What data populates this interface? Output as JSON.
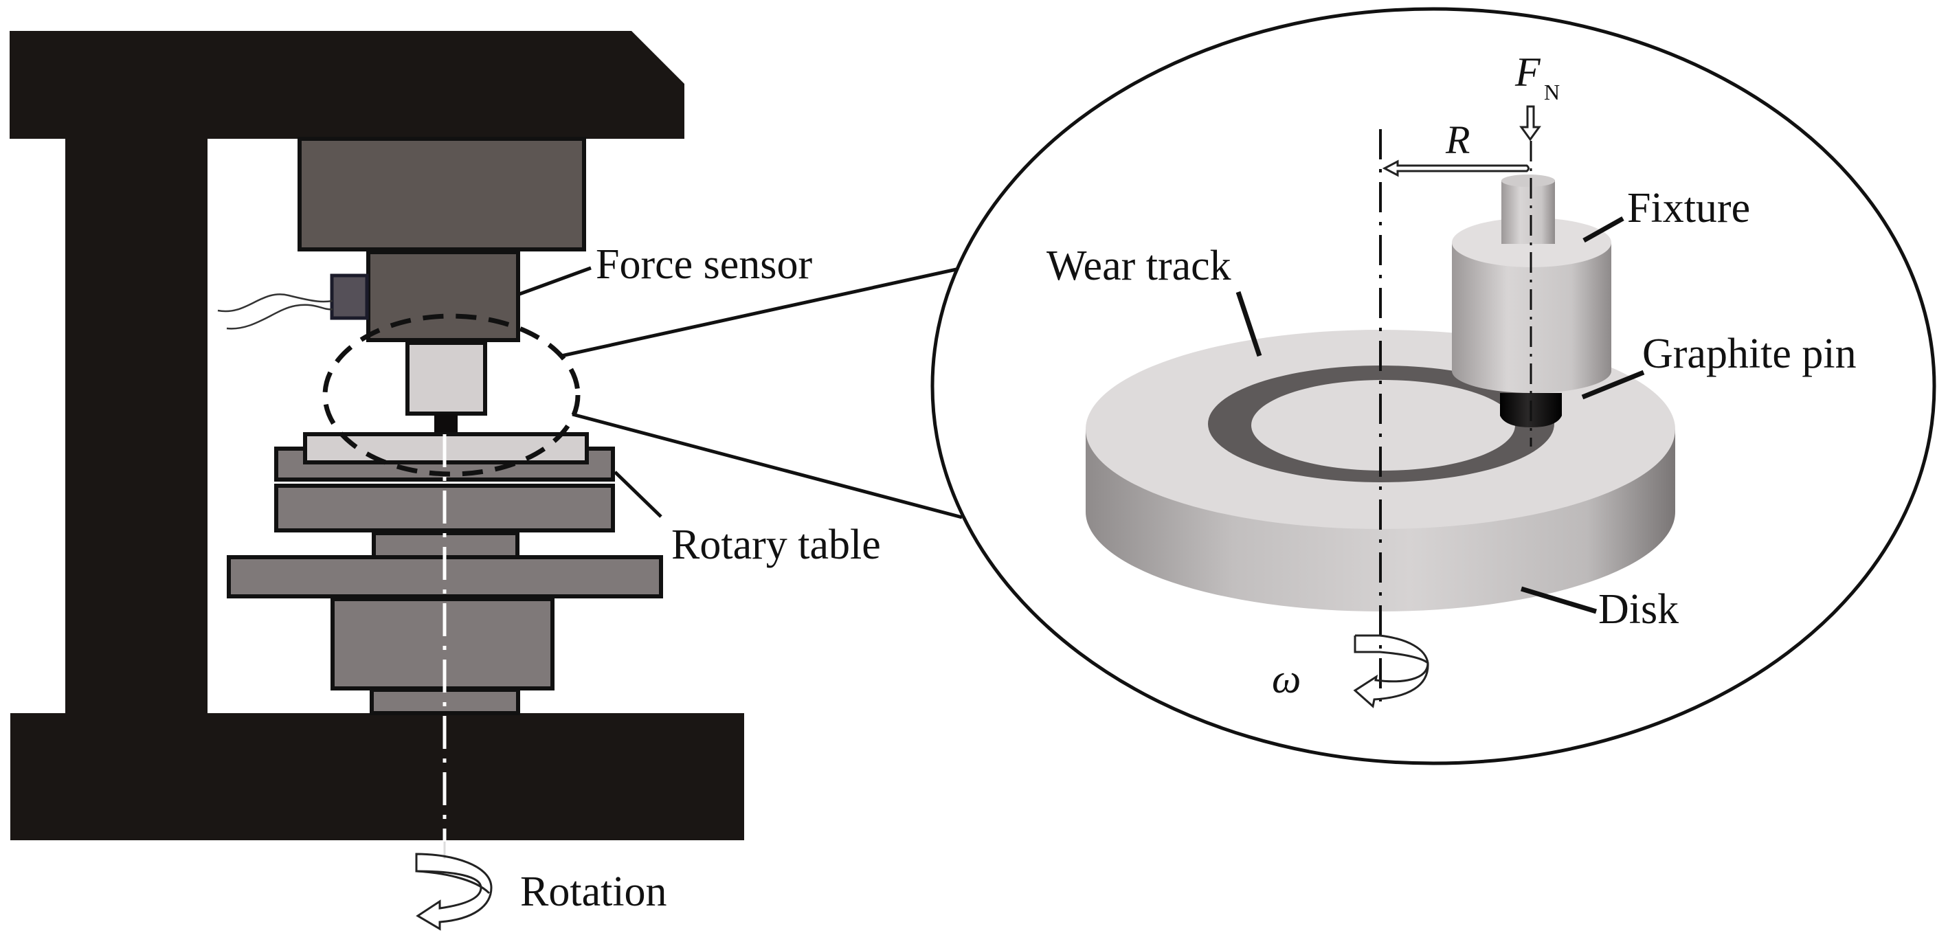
{
  "figure": {
    "title": "Pin-on-disk tribometer schematic",
    "colors": {
      "frame": "#1a1614",
      "dark_block": "#5d5653",
      "table_gray": "#7f7979",
      "light_part": "#d3cfcf",
      "pin_black": "#0e0c0c",
      "wear_track": "#5e5a5a",
      "disk_top": "#dedbdb",
      "disk_side": "#bdbaba",
      "line": "#111111"
    }
  },
  "left_panel": {
    "labels": {
      "force_sensor": "Force sensor",
      "rotary_table": "Rotary table",
      "rotation": "Rotation"
    }
  },
  "detail_panel": {
    "labels": {
      "normal_force_symbol": "F",
      "normal_force_subscript": "N",
      "radius": "R",
      "fixture": "Fixture",
      "wear_track": "Wear track",
      "graphite_pin": "Graphite pin",
      "disk": "Disk",
      "angular_velocity": "ω"
    }
  }
}
